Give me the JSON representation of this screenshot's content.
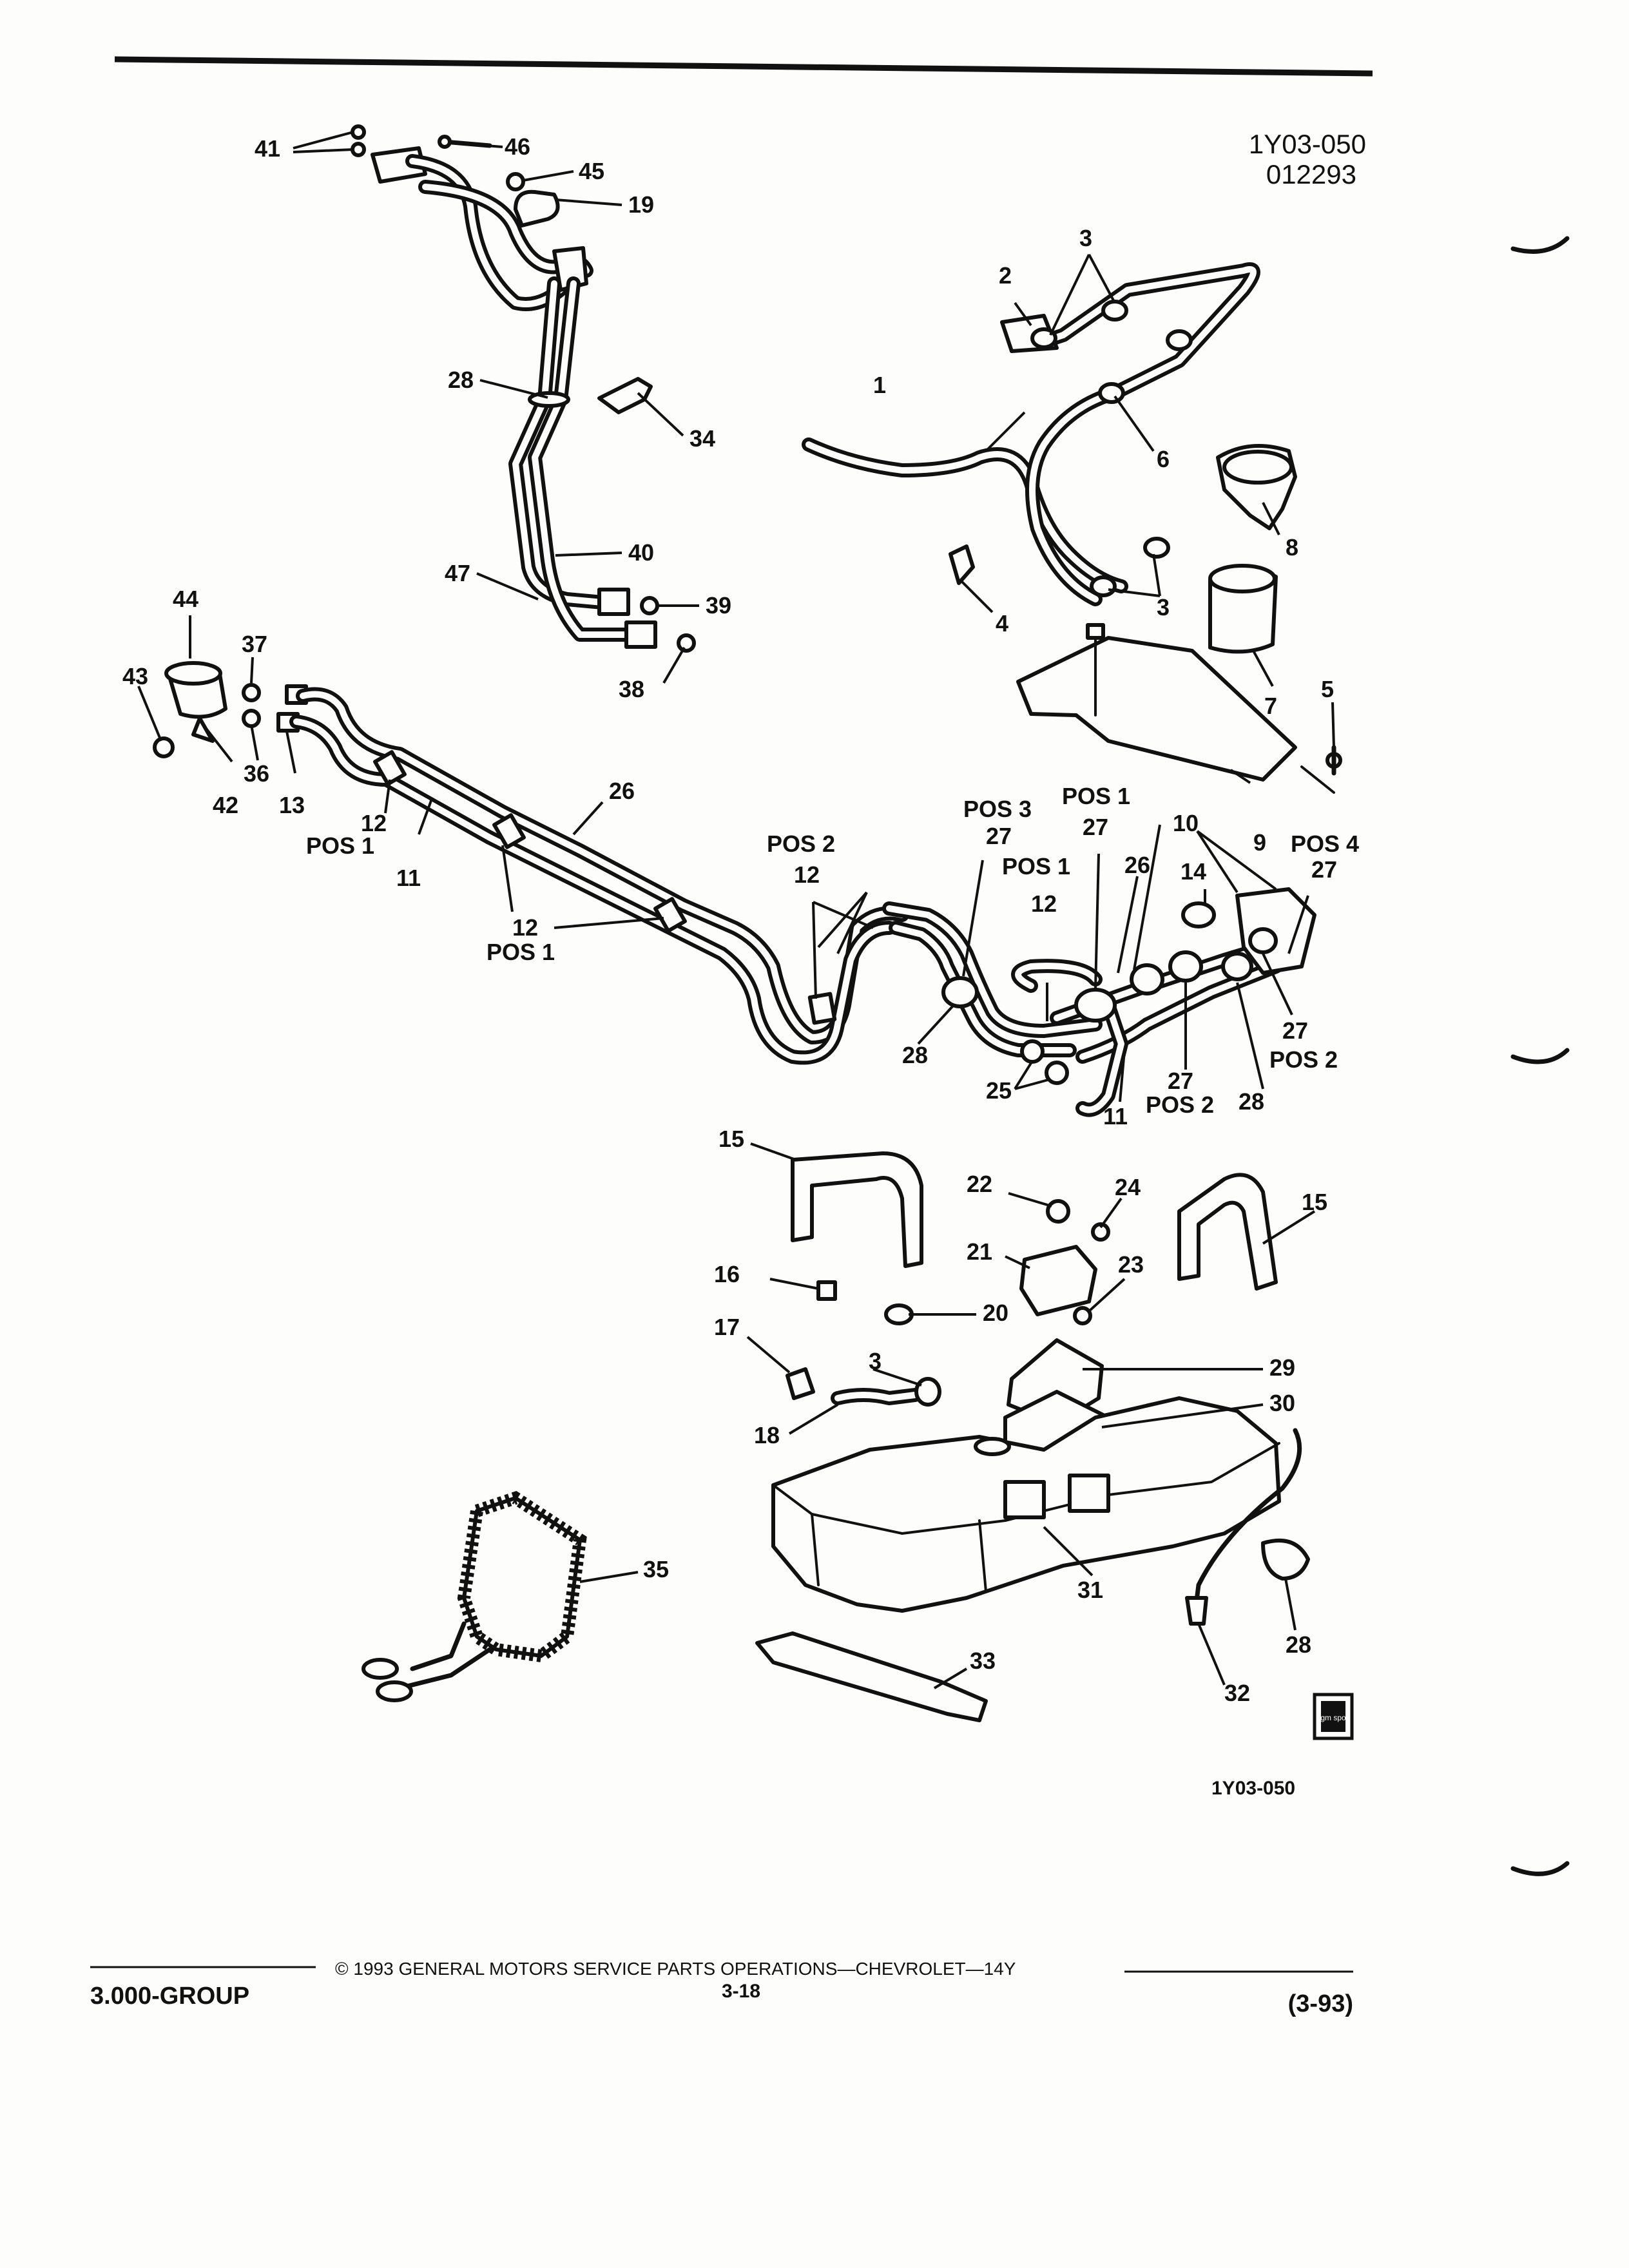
{
  "header": {
    "figure_code": "1Y03-050",
    "date_code": "012293"
  },
  "callouts": {
    "c1": "1",
    "c2": "2",
    "c3a": "3",
    "c3b": "3",
    "c3c": "3",
    "c4": "4",
    "c5": "5",
    "c6": "6",
    "c7": "7",
    "c8": "8",
    "c9": "9",
    "c10": "10",
    "c11a": "11",
    "c11b": "11",
    "c12a": "12",
    "c12b": "12",
    "c12c": "12",
    "c12d": "12",
    "c13": "13",
    "c14": "14",
    "c15a": "15",
    "c15b": "15",
    "c16": "16",
    "c17": "17",
    "c18": "18",
    "c19": "19",
    "c20": "20",
    "c21": "21",
    "c22": "22",
    "c23": "23",
    "c24": "24",
    "c25": "25",
    "c26a": "26",
    "c26b": "26",
    "c27a": "27",
    "c27b": "27",
    "c27c": "27",
    "c27d": "27",
    "c27e": "27",
    "c28a": "28",
    "c28b": "28",
    "c28c": "28",
    "c28d": "28",
    "c29": "29",
    "c30": "30",
    "c31": "31",
    "c32": "32",
    "c33": "33",
    "c34": "34",
    "c35": "35",
    "c36": "36",
    "c37": "37",
    "c38": "38",
    "c39": "39",
    "c40": "40",
    "c41": "41",
    "c42": "42",
    "c43": "43",
    "c44": "44",
    "c45": "45",
    "c46": "46",
    "c47": "47"
  },
  "positions": {
    "pos1a": "POS 1",
    "pos1b": "POS 1",
    "pos1c": "POS 1",
    "pos1d": "POS 1",
    "pos2a": "POS 2",
    "pos2b": "POS 2",
    "pos2c": "POS 2",
    "pos3": "POS 3",
    "pos4": "POS 4"
  },
  "logo_text": "gm spo",
  "figure_code_bottom": "1Y03-050",
  "footer": {
    "group": "3.000-GROUP",
    "copyright": "© 1993 GENERAL MOTORS SERVICE PARTS OPERATIONS—CHEVROLET—14Y",
    "page": "3-18",
    "revision": "(3-93)"
  }
}
